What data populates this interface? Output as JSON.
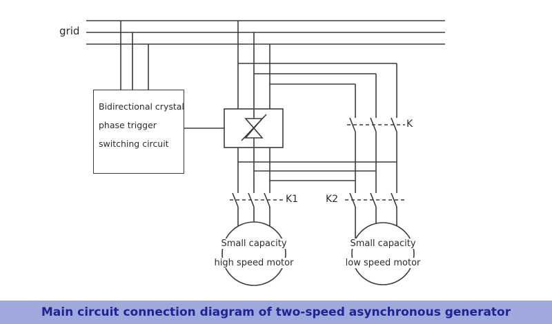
{
  "labels": {
    "grid": "grid",
    "contactor_k": "K",
    "contactor_k1": "K1",
    "contactor_k2": "K2"
  },
  "trigger_box": {
    "lines": [
      "Bidirectional crystal",
      "phase trigger",
      "switching circuit"
    ]
  },
  "motors": {
    "high_speed": {
      "lines": [
        "Small capacity",
        "high speed motor"
      ]
    },
    "low_speed": {
      "lines": [
        "Small capacity",
        "low speed motor"
      ]
    }
  },
  "caption": {
    "text": "Main circuit connection diagram of two-speed asynchronous generator",
    "bg_color": "#a0a9dc",
    "text_color": "#1c2496"
  },
  "diagram": {
    "line_color": "#3a3a3a",
    "icons": [
      "triac-icon",
      "contactor-contact-icon",
      "motor-circle-icon",
      "dashed-linkage-icon"
    ]
  }
}
